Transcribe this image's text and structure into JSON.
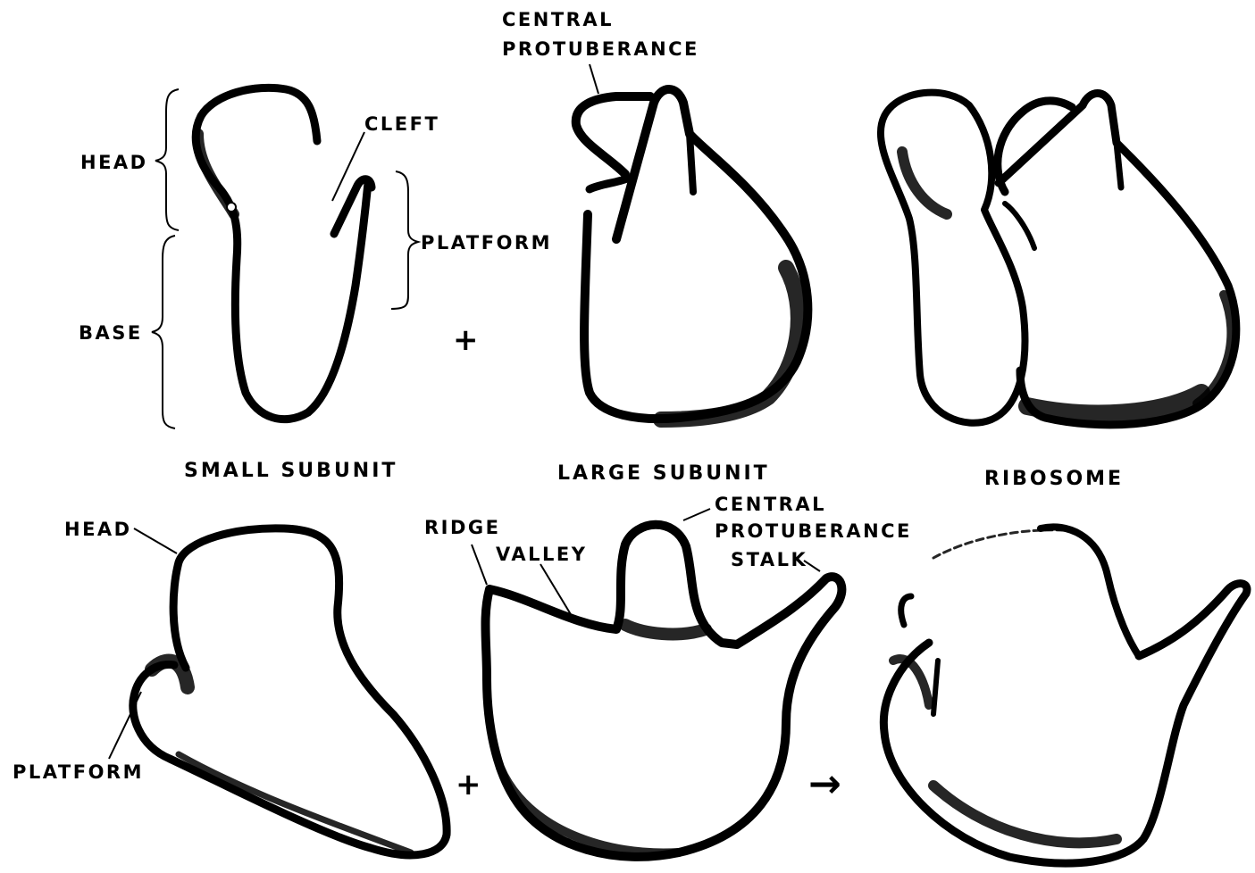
{
  "top_row": {
    "small_subunit": {
      "caption": "SMALL SUBUNIT",
      "labels": {
        "head": "HEAD",
        "base": "BASE",
        "cleft": "CLEFT",
        "platform": "PLATFORM"
      }
    },
    "large_subunit": {
      "caption": "LARGE SUBUNIT",
      "labels": {
        "central_protuberance_line1": "CENTRAL",
        "central_protuberance_line2": "PROTUBERANCE"
      }
    },
    "ribosome": {
      "caption": "RIBOSOME"
    },
    "plus_symbol": "+"
  },
  "bottom_row": {
    "small_subunit": {
      "labels": {
        "head": "HEAD",
        "platform": "PLATFORM"
      }
    },
    "large_subunit": {
      "labels": {
        "ridge": "RIDGE",
        "valley": "VALLEY",
        "central_protuberance_line1": "CENTRAL",
        "central_protuberance_line2": "PROTUBERANCE",
        "stalk": "STALK"
      }
    },
    "plus_symbol": "+",
    "arrow_symbol": "→"
  },
  "colors": {
    "ink": "#000000",
    "paper": "#ffffff"
  }
}
